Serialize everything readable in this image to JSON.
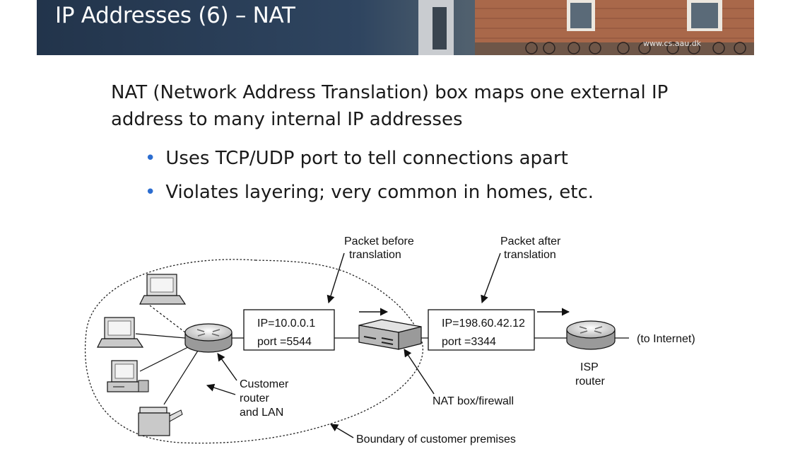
{
  "slide": {
    "title": "IP Addresses (6) – NAT",
    "watermark": "www.cs.aau.dk"
  },
  "intro": "NAT (Network Address Translation) box maps one external IP address to many internal IP addresses",
  "bullets": [
    "Uses TCP/UDP port to tell connections apart",
    "Violates layering; very common in homes, etc."
  ],
  "diagram": {
    "packet_before": {
      "caption": [
        "Packet before",
        "translation"
      ],
      "ip": "IP=10.0.0.1",
      "port": "port =5544"
    },
    "packet_after": {
      "caption": [
        "Packet after",
        "translation"
      ],
      "ip": "IP=198.60.42.12",
      "port": "port =3344"
    },
    "customer_router_label": [
      "Customer",
      "router",
      "and LAN"
    ],
    "nat_label": "NAT box/firewall",
    "isp_router_label": [
      "ISP",
      "router"
    ],
    "internet_label": "(to Internet)",
    "boundary_label": "Boundary of customer premises"
  },
  "colors": {
    "header_bg": "#2b3f57",
    "bullet": "#2c6dd0"
  }
}
